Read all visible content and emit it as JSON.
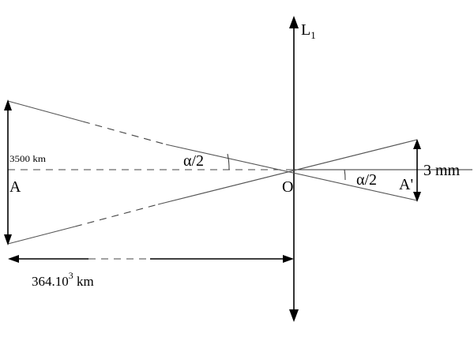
{
  "lens": {
    "label": "L",
    "subscript": "1"
  },
  "object": {
    "label": "A",
    "size_label": "3500 km"
  },
  "image": {
    "label": "A'",
    "size_label": "3 mm"
  },
  "center": {
    "label": "O"
  },
  "angles": {
    "object_side": "α/2",
    "image_side": "α/2"
  },
  "distance": {
    "mantissa": "364.10",
    "exponent": "3",
    "unit": " km"
  }
}
